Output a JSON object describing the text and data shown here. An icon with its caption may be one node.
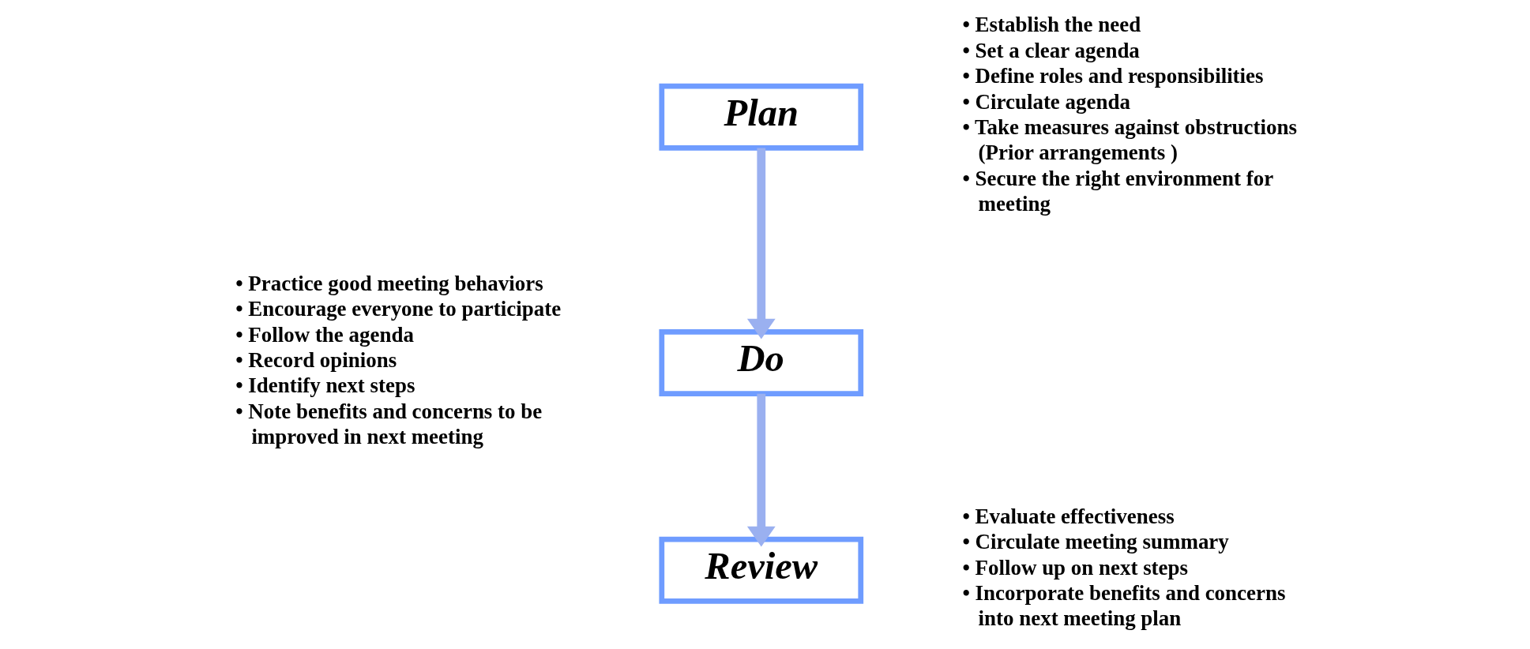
{
  "diagram": {
    "nodes": [
      {
        "text": [
          "Plan"
        ],
        "beside": [
          "• Establish the need",
          "• Set a clear agenda",
          "• Define roles and responsibilities",
          "• Circulate agenda",
          "• Take measures against obstructions (Prior arrangements )",
          "• Secure the right environment for meeting"
        ]
      },
      {
        "text": [
          "Do"
        ],
        "beside": [
          "• Practice good meeting behaviors",
          "• Encourage everyone to participate",
          "• Follow the agenda",
          "• Record opinions",
          "• Identify next steps",
          "• Note benefits and concerns to be improved in next meeting"
        ]
      },
      {
        "text": [
          "Review"
        ],
        "beside": [
          "• Evaluate effectiveness",
          "• Circulate meeting summary",
          "• Follow up on next steps",
          "• Incorporate benefits and concerns into next meeting plan"
        ]
      }
    ],
    "edges": [
      {
        "from": 0,
        "to": 1,
        "arrow": "to"
      },
      {
        "from": 1,
        "to": 2,
        "arrow": "to"
      }
    ]
  }
}
